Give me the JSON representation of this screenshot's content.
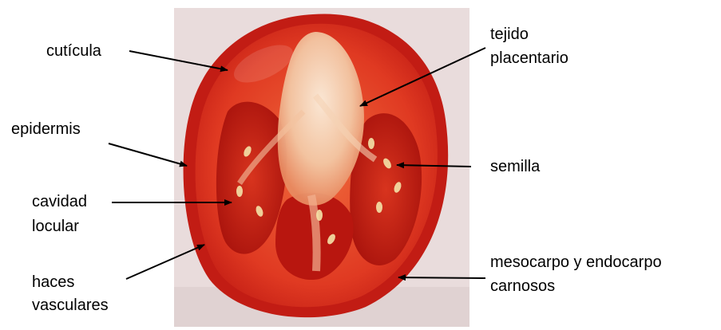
{
  "labels": {
    "cuticula": "cutícula",
    "epidermis": "epidermis",
    "cavidad_line1": "cavidad",
    "cavidad_line2": "locular",
    "haces_line1": "haces",
    "haces_line2": "vasculares",
    "tejido_line1": "tejido",
    "tejido_line2": "placentario",
    "semilla": "semilla",
    "meso_line1": "mesocarpo y endocarpo",
    "meso_line2": "carnosos"
  },
  "colors": {
    "backdrop": "#e9dcdc",
    "skin": "#c9211a",
    "flesh": "#df3a22",
    "placenta": "#f2cfb0",
    "locule": "#b8140f",
    "arrow": "#000000"
  }
}
